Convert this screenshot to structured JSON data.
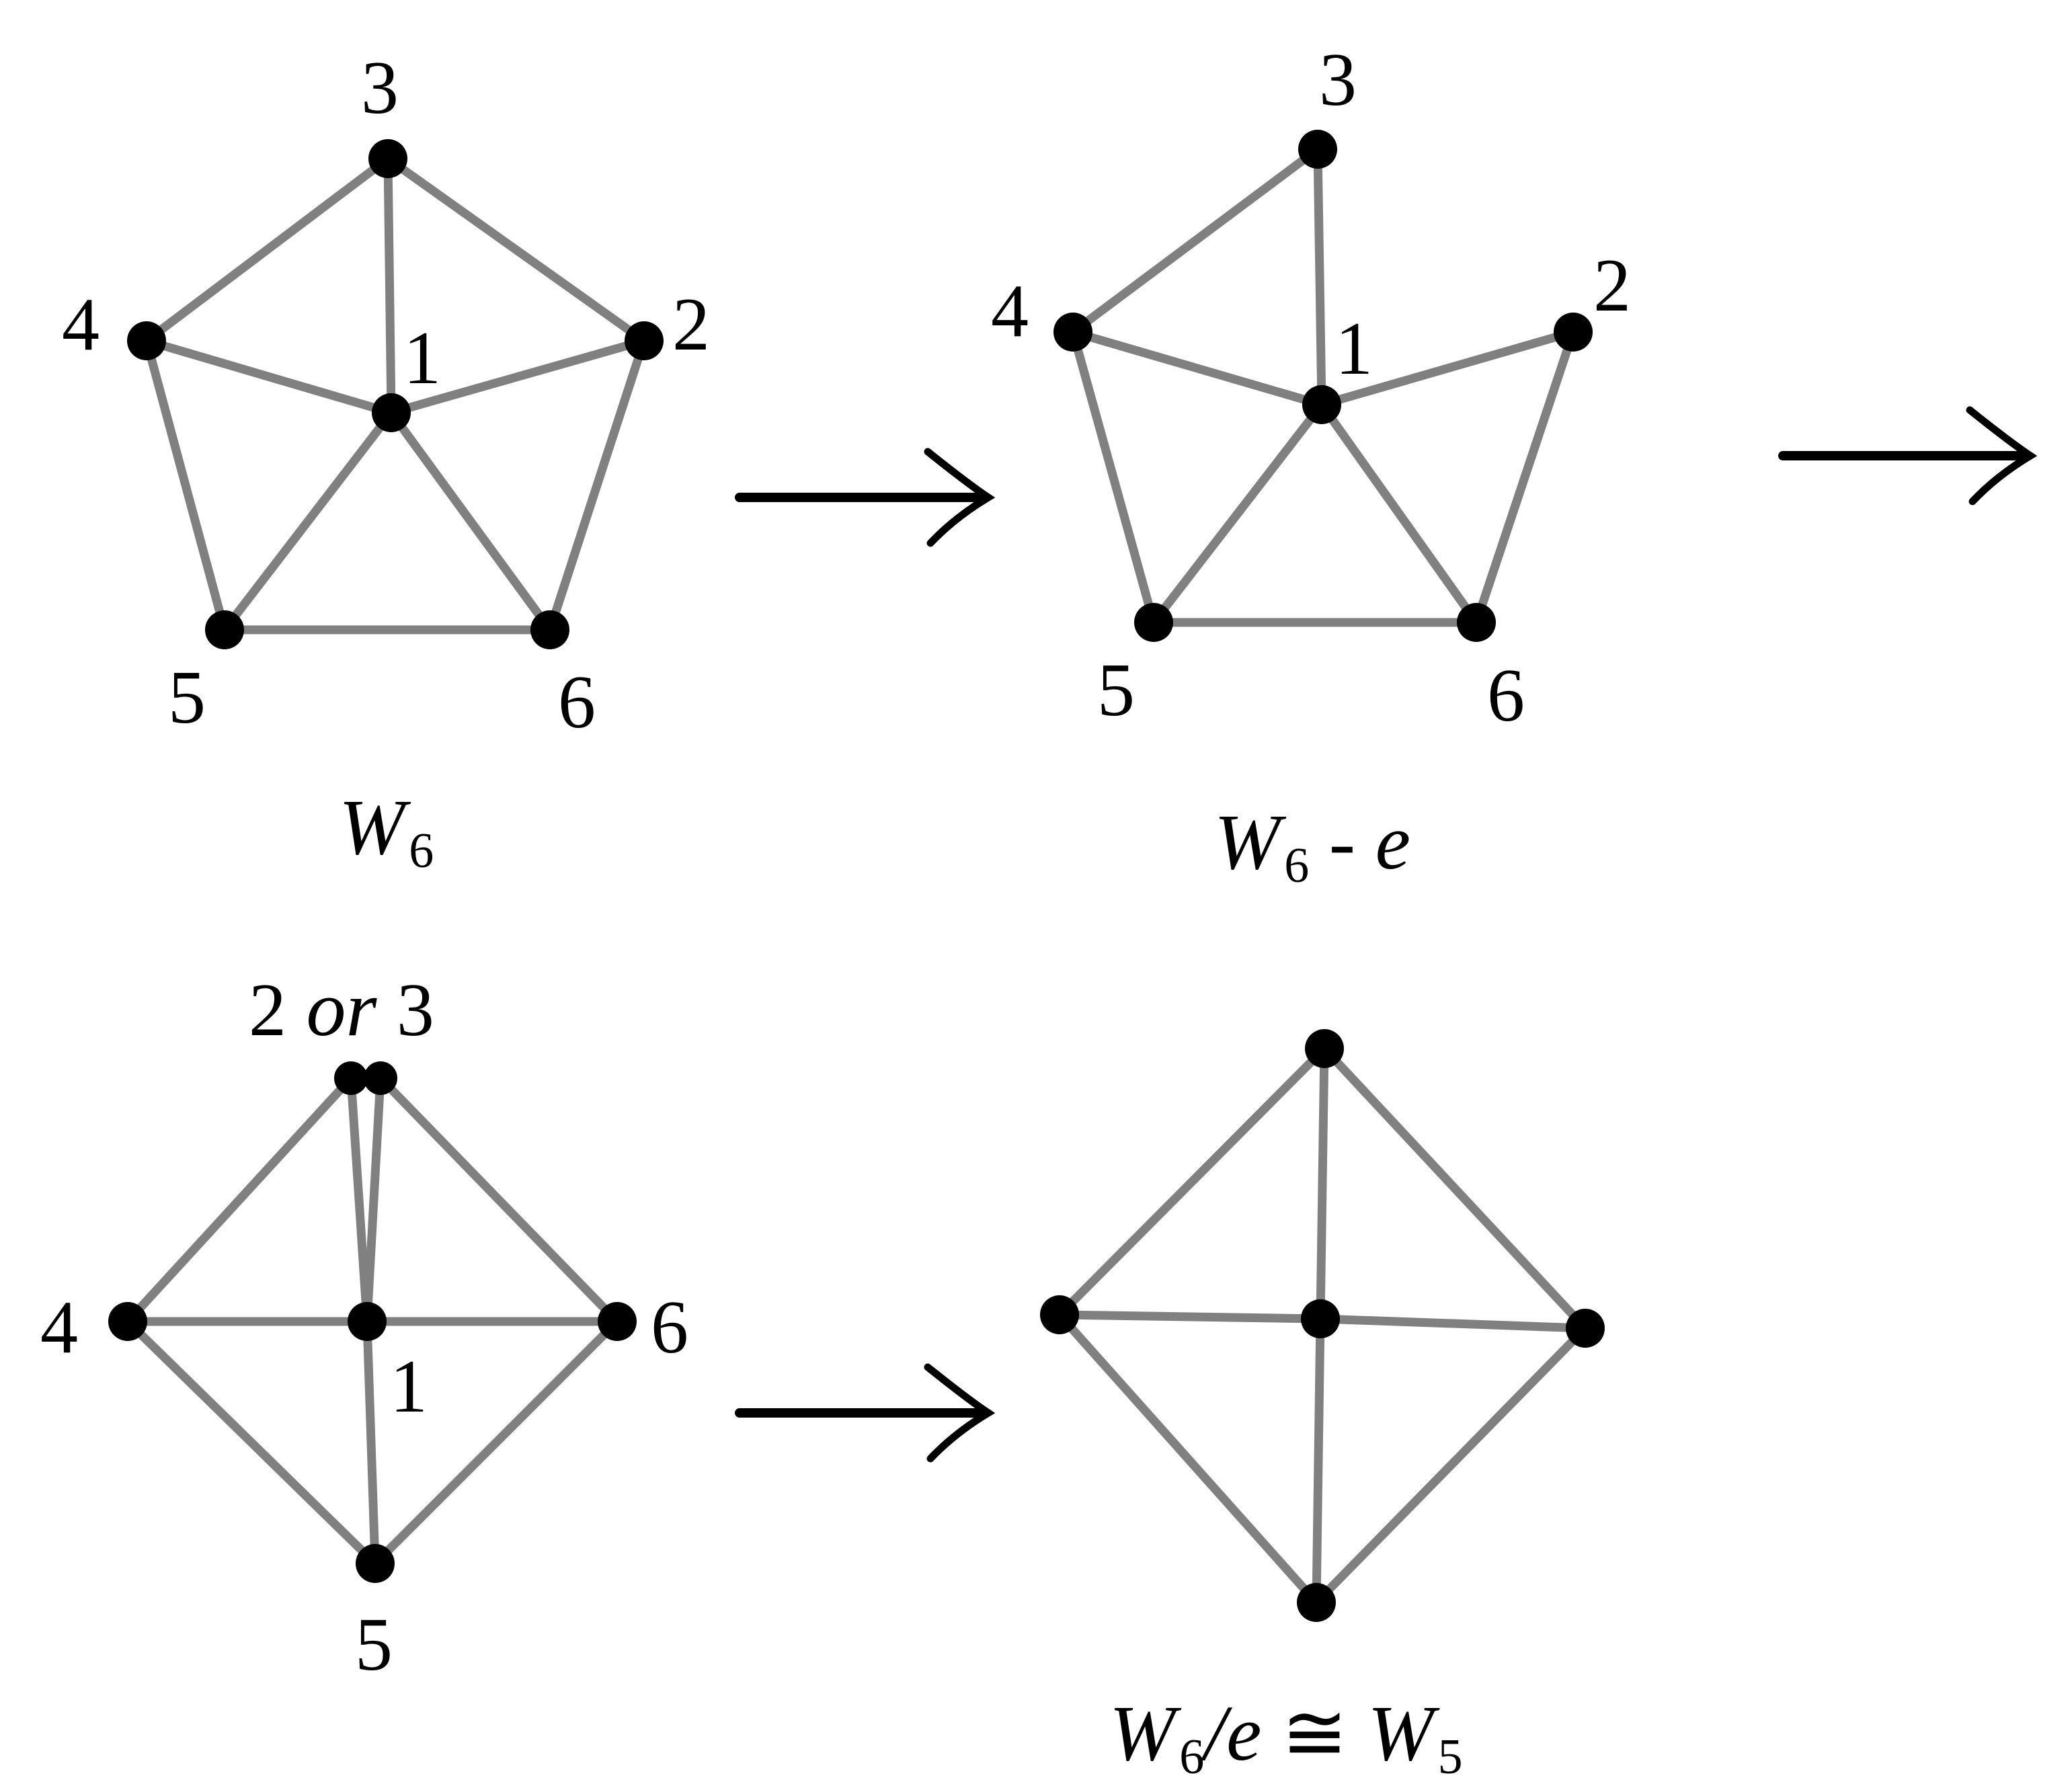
{
  "colors": {
    "edge": "#808080",
    "vertex": "#000000",
    "arrow": "#000000",
    "background": "#ffffff"
  },
  "graph_w6": {
    "vertex_labels": [
      "1",
      "2",
      "3",
      "4",
      "5",
      "6"
    ],
    "caption": {
      "base": "W",
      "sub": "6"
    }
  },
  "graph_w6_minus_e": {
    "vertex_labels": [
      "1",
      "2",
      "3",
      "4",
      "5",
      "6"
    ],
    "caption": {
      "base": "W",
      "sub": "6",
      "op": " - ",
      "tail": "e"
    }
  },
  "graph_merged": {
    "vertex_labels": [
      "1",
      "4",
      "5",
      "6"
    ],
    "merged_label": {
      "a": "2",
      "or": " or ",
      "b": "3"
    }
  },
  "graph_w6_contract_e": {
    "caption": {
      "base": "W",
      "sub": "6",
      "slash": "/",
      "e": "e",
      "iso": " ≅ ",
      "base2": "W",
      "sub2": "5"
    }
  },
  "arrows": [
    {
      "from": "graph_w6",
      "to": "graph_w6_minus_e"
    },
    {
      "from": "graph_w6_minus_e",
      "to": "graph_merged"
    },
    {
      "from": "graph_merged",
      "to": "graph_w6_contract_e"
    }
  ]
}
